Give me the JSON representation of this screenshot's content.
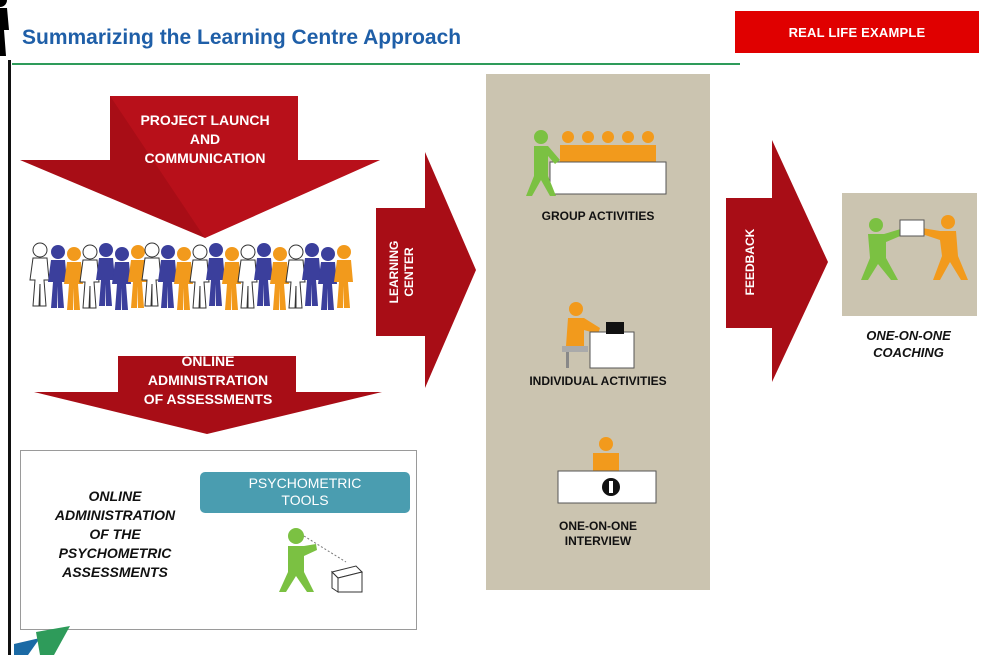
{
  "header": {
    "title": "Summarizing the Learning Centre Approach",
    "badge": "REAL LIFE EXAMPLE"
  },
  "colors": {
    "title_blue": "#1f5fa8",
    "arrow_red": "#b0101a",
    "badge_red": "#e00000",
    "panel_beige": "#cbc4b0",
    "tools_teal": "#4a9db0",
    "figure_blue": "#3a3aa0",
    "figure_orange": "#f29a1c",
    "figure_green": "#7bc142"
  },
  "arrows": {
    "launch": "PROJECT LAUNCH\nAND\nCOMMUNICATION",
    "online": "ONLINE\nADMINISTRATION\nOF ASSESSMENTS",
    "learning_center": "LEARNING\nCENTER",
    "feedback": "FEEDBACK"
  },
  "activities": {
    "group": "GROUP  ACTIVITIES",
    "individual": "INDIVIDUAL  ACTIVITIES",
    "interview": "ONE-ON-ONE\nINTERVIEW"
  },
  "coaching": {
    "label": "ONE-ON-ONE\nCOACHING"
  },
  "psychometric": {
    "description": "ONLINE\nADMINISTRATION\nOF THE\nPSYCHOMETRIC\nASSESSMENTS",
    "tools_label": "PSYCHOMETRIC\nTOOLS"
  },
  "icons": [
    "people-crowd-icon",
    "presenter-group-icon",
    "desk-person-icon",
    "interview-icon",
    "coaching-pair-icon",
    "person-box-icon",
    "logo-icon"
  ]
}
